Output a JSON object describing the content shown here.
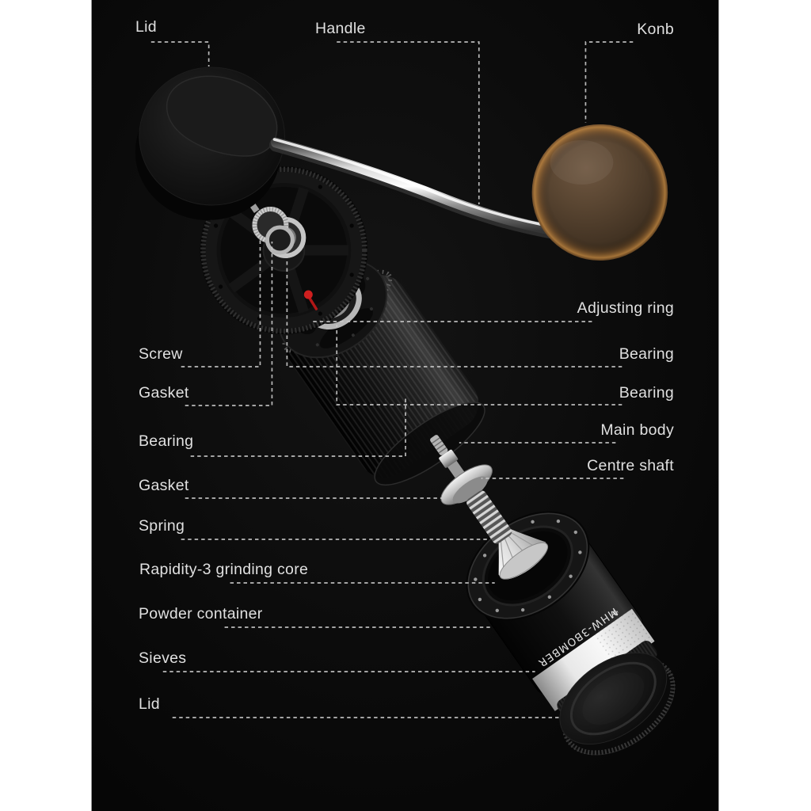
{
  "image": {
    "background_color": "#0b0b0b",
    "canvas_color": "#ffffff",
    "label_color": "#e0e0e0",
    "leader_line_color": "#c9c9c9"
  },
  "labels": {
    "lid_top": "Lid",
    "handle": "Handle",
    "knob": "Konb",
    "adjusting_ring": "Adjusting ring",
    "screw": "Screw",
    "bearing_top_right": "Bearing",
    "gasket_upper": "Gasket",
    "bearing_mid_right": "Bearing",
    "bearing_left": "Bearing",
    "main_body": "Main body",
    "centre_shaft": "Centre shaft",
    "gasket_lower": "Gasket",
    "spring": "Spring",
    "grinding_core": "Rapidity-3 grinding core",
    "powder_container": "Powder container",
    "sieves": "Sieves",
    "lid_bottom": "Lid"
  },
  "product": {
    "brand_text": "MHW-3BOMBER",
    "logo_glyph": "✈",
    "knob_wood_color": "#5a4733",
    "indicator_pin_color": "#c81d1d",
    "sieve_band_color": "#efefef",
    "chrome_color": "#d9d9d9"
  }
}
